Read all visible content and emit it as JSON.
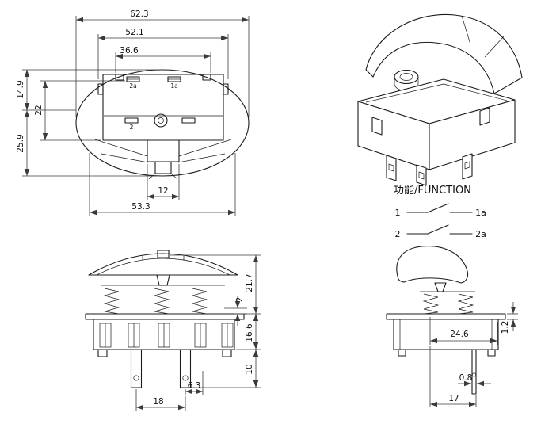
{
  "colors": {
    "line": "#1b1b1b",
    "background": "#ffffff"
  },
  "top_view": {
    "dims": {
      "w_overall": "62.3",
      "w_flange": "52.1",
      "w_inner": "36.6",
      "h_upper": "14.9",
      "h_mid": "22",
      "h_lower": "25.9",
      "stem_w": "12",
      "w_base": "53.3"
    },
    "terminal_labels": {
      "t2a": "2a",
      "t1a": "1a",
      "t2": "2"
    }
  },
  "front_view": {
    "dims": {
      "total_h": "21.7",
      "gap": "2",
      "body_h": "16.6",
      "term_len": "10",
      "term_offset": "6.3",
      "term_pitch": "18"
    }
  },
  "side_view": {
    "dims": {
      "body_w": "24.6",
      "flange_t": "1.2",
      "term_t": "0.8",
      "term_pos": "17"
    }
  },
  "function_legend": {
    "title": "功能/FUNCTION",
    "rows": [
      {
        "from": "1",
        "to": "1a"
      },
      {
        "from": "2",
        "to": "2a"
      }
    ]
  }
}
